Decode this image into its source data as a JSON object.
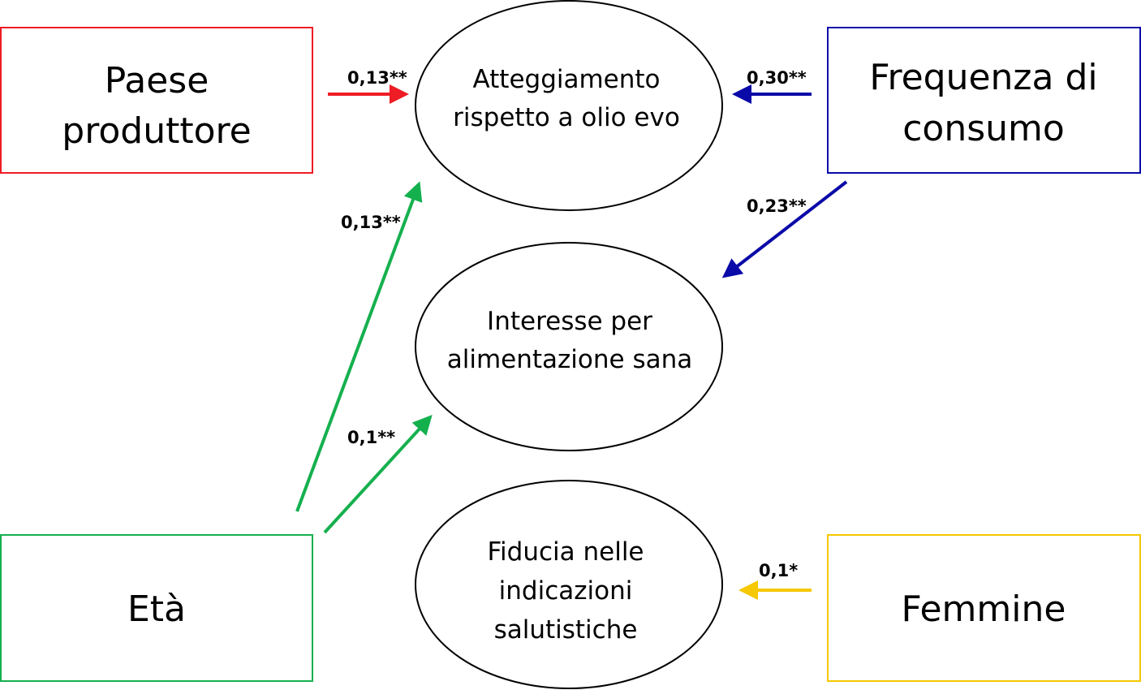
{
  "colors": {
    "red": "#ee1c25",
    "blue": "#0a0aa8",
    "green": "#15b04e",
    "yellow": "#f5c800",
    "black": "#000000"
  },
  "boxes": {
    "paese": {
      "line1": "Paese",
      "line2": "produttore"
    },
    "frequenza": {
      "line1": "Frequenza di",
      "line2": "consumo"
    },
    "eta": {
      "line1": "Età"
    },
    "femmine": {
      "line1": "Femmine"
    }
  },
  "ellipses": {
    "atteggiamento": {
      "line1": "Atteggiamento",
      "line2": "rispetto a olio evo"
    },
    "interesse": {
      "line1": "Interesse per",
      "line2": "alimentazione sana"
    },
    "fiducia": {
      "line1": "Fiducia nelle",
      "line2": "indicazioni",
      "line3": "salutistiche"
    }
  },
  "coefficients": {
    "paese_atteggiamento": "0,13**",
    "frequenza_atteggiamento": "0,30**",
    "eta_atteggiamento": "0,13**",
    "frequenza_interesse": "0,23**",
    "eta_interesse": "0,1**",
    "femmine_fiducia": "0,1*"
  }
}
